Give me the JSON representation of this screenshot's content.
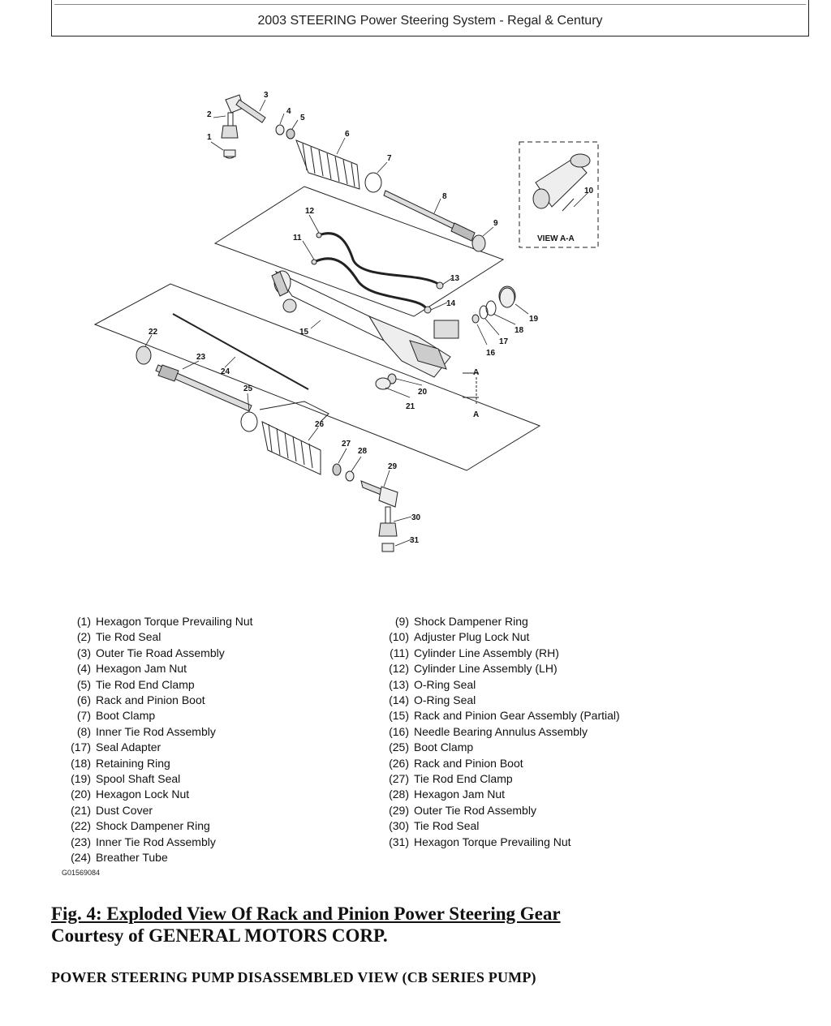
{
  "header": {
    "title": "2003 STEERING Power Steering System - Regal & Century"
  },
  "diagram": {
    "callouts": [
      "1",
      "2",
      "3",
      "4",
      "5",
      "6",
      "7",
      "8",
      "9",
      "10",
      "11",
      "12",
      "13",
      "14",
      "15",
      "16",
      "17",
      "18",
      "19",
      "20",
      "21",
      "22",
      "23",
      "24",
      "25",
      "26",
      "27",
      "28",
      "29",
      "30",
      "31"
    ],
    "view_label": "VIEW A-A",
    "section_mark": "A"
  },
  "legend": {
    "left": [
      {
        "num": "(1)",
        "text": "Hexagon Torque Prevailing Nut"
      },
      {
        "num": "(2)",
        "text": "Tie Rod Seal"
      },
      {
        "num": "(3)",
        "text": "Outer Tie Road Assembly"
      },
      {
        "num": "(4)",
        "text": "Hexagon Jam Nut"
      },
      {
        "num": "(5)",
        "text": "Tie Rod End Clamp"
      },
      {
        "num": "(6)",
        "text": "Rack and Pinion Boot"
      },
      {
        "num": "(7)",
        "text": "Boot Clamp"
      },
      {
        "num": "(8)",
        "text": "Inner Tie Rod Assembly"
      },
      {
        "num": "(17)",
        "text": "Seal Adapter"
      },
      {
        "num": "(18)",
        "text": "Retaining Ring"
      },
      {
        "num": "(19)",
        "text": "Spool Shaft Seal"
      },
      {
        "num": "(20)",
        "text": "Hexagon Lock Nut"
      },
      {
        "num": "(21)",
        "text": "Dust Cover"
      },
      {
        "num": "(22)",
        "text": "Shock Dampener Ring"
      },
      {
        "num": "(23)",
        "text": "Inner Tie Rod Assembly"
      },
      {
        "num": "(24)",
        "text": "Breather Tube"
      }
    ],
    "right": [
      {
        "num": "(9)",
        "text": "Shock Dampener Ring"
      },
      {
        "num": "(10)",
        "text": "Adjuster Plug Lock Nut"
      },
      {
        "num": "(11)",
        "text": "Cylinder Line Assembly (RH)"
      },
      {
        "num": "(12)",
        "text": "Cylinder Line Assembly (LH)"
      },
      {
        "num": "(13)",
        "text": "O-Ring Seal"
      },
      {
        "num": "(14)",
        "text": "O-Ring Seal"
      },
      {
        "num": "(15)",
        "text": "Rack and Pinion Gear Assembly (Partial)"
      },
      {
        "num": "(16)",
        "text": "Needle Bearing Annulus Assembly"
      },
      {
        "num": "(25)",
        "text": "Boot Clamp"
      },
      {
        "num": "(26)",
        "text": "Rack and Pinion Boot"
      },
      {
        "num": "(27)",
        "text": "Tie Rod End Clamp"
      },
      {
        "num": "(28)",
        "text": "Hexagon Jam Nut"
      },
      {
        "num": "(29)",
        "text": "Outer Tie Rod Assembly"
      },
      {
        "num": "(30)",
        "text": "Tie Rod Seal"
      },
      {
        "num": "(31)",
        "text": "Hexagon Torque Prevailing Nut"
      }
    ]
  },
  "figure_code": "G01569084",
  "caption": {
    "title": "Fig. 4: Exploded View Of Rack and Pinion Power Steering Gear",
    "courtesy": "Courtesy of GENERAL MOTORS CORP."
  },
  "section_heading": "POWER STEERING PUMP DISASSEMBLED VIEW (CB SERIES PUMP)"
}
